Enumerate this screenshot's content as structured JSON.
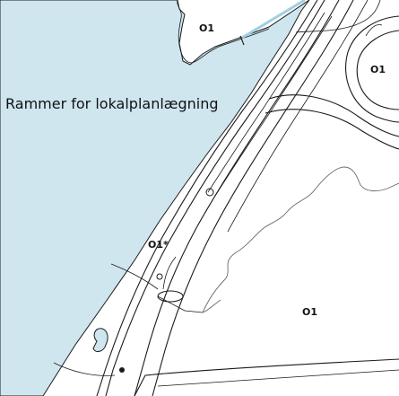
{
  "map": {
    "title": "Rammer for lokalplanlægning",
    "zones": [
      {
        "id": "o1-north",
        "label": "O1"
      },
      {
        "id": "o1-east",
        "label": "O1"
      },
      {
        "id": "o1-star",
        "label": "O1*"
      },
      {
        "id": "o1-south",
        "label": "O1"
      }
    ],
    "colors": {
      "water": "#cfe6ef",
      "land": "#ffffff",
      "lines": "#1a1a1a",
      "contour": "#6a6a6a"
    }
  }
}
